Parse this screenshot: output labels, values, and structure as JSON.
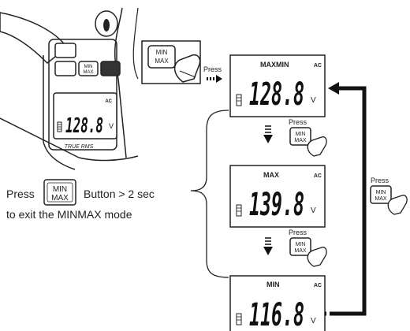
{
  "meter": {
    "button_label": [
      "MIN",
      "MAX"
    ],
    "display_value": "128.8",
    "display_unit": "V",
    "display_ac": "AC",
    "true_rms": "TRUE RMS"
  },
  "callout_button": [
    "MIN",
    "MAX"
  ],
  "press_label": "Press",
  "screens": [
    {
      "mode": "MAXMIN",
      "value": "128.8",
      "unit": "V",
      "ac": "AC"
    },
    {
      "mode": "MAX",
      "value": "139.8",
      "unit": "V",
      "ac": "AC"
    },
    {
      "mode": "MIN",
      "value": "116.8",
      "unit": "V",
      "ac": "AC"
    }
  ],
  "exit_instruction": {
    "prefix": "Press",
    "button": [
      "MIN",
      "MAX"
    ],
    "suffix": "Button > 2 sec",
    "line2": "to exit the MINMAX mode"
  },
  "colors": {
    "ink": "#111111",
    "dark_button": "#333333"
  }
}
